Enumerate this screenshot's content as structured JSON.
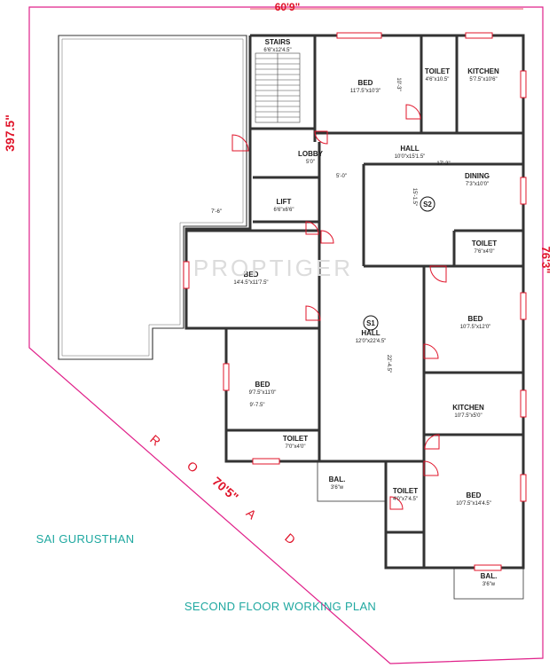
{
  "overall": {
    "top_width": "60'9\"",
    "left_height": "397.5\"",
    "right_height": "76'3\"",
    "road_width": "70'5\""
  },
  "road_letters": [
    "R",
    "O",
    "A",
    "D"
  ],
  "watermark": "PROPTIGER",
  "neighbour_label": "SAI GURUSTHAN",
  "plan_title": "SECOND FLOOR WORKING PLAN",
  "rooms": {
    "stairs": {
      "name": "STAIRS",
      "size": "6'6\"x12'4.5\""
    },
    "bed_top": {
      "name": "BED",
      "size": "11'7.5\"x10'3\""
    },
    "toilet_top": {
      "name": "TOILET",
      "size": "4'6\"x10.5\""
    },
    "kitchen_top": {
      "name": "KITCHEN",
      "size": "5'7.5\"x10'6\""
    },
    "lobby": {
      "name": "LOBBY",
      "size": "5'0\""
    },
    "hall_top": {
      "name": "HALL",
      "size": "10'0\"x15'1.5\""
    },
    "dining": {
      "name": "DINING",
      "size": "7'3\"x10'0\""
    },
    "lift": {
      "name": "LIFT",
      "size": "6'6\"x6'6\""
    },
    "bed_left": {
      "name": "BED",
      "size": "14'4.5\"x11'7.5\""
    },
    "toilet_mid": {
      "name": "TOILET",
      "size": "7'6\"x4'0\""
    },
    "hall_s1": {
      "name": "HALL",
      "size": "12'0\"x22'4.5\""
    },
    "bed_right1": {
      "name": "BED",
      "size": "10'7.5\"x12'0\""
    },
    "bed_mid": {
      "name": "BED",
      "size": "9'7.5\"x11'0\""
    },
    "kitchen_bot": {
      "name": "KITCHEN",
      "size": "10'7.5\"x5'0\""
    },
    "toilet_bot": {
      "name": "TOILET",
      "size": "7'0\"x4'0\""
    },
    "bal_1": {
      "name": "BAL.",
      "size": "3'6\"w"
    },
    "toilet_br": {
      "name": "TOILET",
      "size": "4'0\"x7'4.5\""
    },
    "bed_br": {
      "name": "BED",
      "size": "10'7.5\"x14'4.5\""
    },
    "bal_2": {
      "name": "BAL.",
      "size": "3'6\"w"
    }
  },
  "symbols": {
    "s1": "S1",
    "s2": "S2"
  },
  "inner_dims": {
    "hall_top_len": "17'-3\"",
    "hall_s1_len": "22'-4.5\"",
    "hall_top_side": "15'-1.5\"",
    "bed_top_side": "10'-3\"",
    "left_wing": "7'-6\"",
    "bed_mid_inner": "9'-7.5\"",
    "lobby_w": "5'-0\""
  }
}
